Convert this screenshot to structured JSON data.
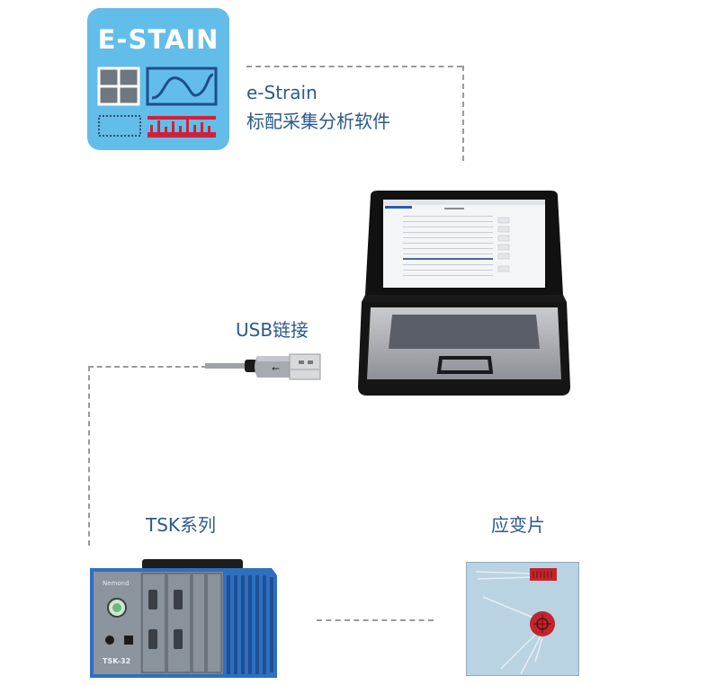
{
  "software": {
    "icon_title": "E-STAIN",
    "name": "e-Strain",
    "description": "标配采集分析软件"
  },
  "connection": {
    "usb_label": "USB链接"
  },
  "device": {
    "series_label": "TSK系列",
    "brand_text": "Nemond",
    "model_text": "TSK-32"
  },
  "sensor": {
    "label": "应变片"
  },
  "colors": {
    "label_text": "#2b5a8c",
    "icon_bg": "#63bde9",
    "device_blue": "#2f6fc0",
    "connector_line": "#9a9a9a",
    "gauge_red": "#c0262c"
  }
}
